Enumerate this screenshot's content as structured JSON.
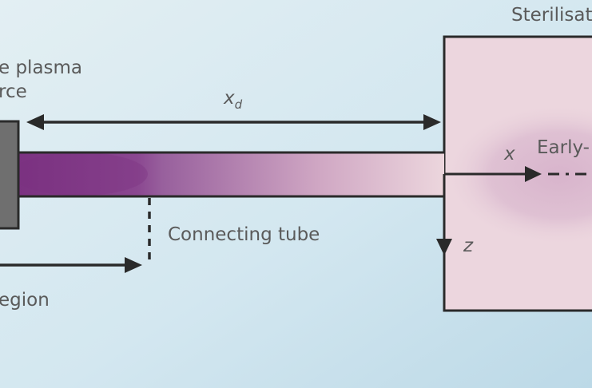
{
  "labels": {
    "sterilisation": "Sterilisat",
    "plasma_line1": "e plasma",
    "plasma_line2": "rce",
    "xd_main": "x",
    "xd_sub": "d",
    "connecting_tube": "Connecting tube",
    "region": "egion",
    "early": "Early-",
    "x_axis": "x",
    "z_axis": "z"
  },
  "colors": {
    "background_light": "#e2eef3",
    "background_dark": "#c0dbe8",
    "chamber_fill": "#ecd6de",
    "plasma_dark": "#7b3281",
    "tube_light": "#ecd6dd",
    "source_block": "#6f6f6f",
    "line": "#2a2a2a"
  }
}
